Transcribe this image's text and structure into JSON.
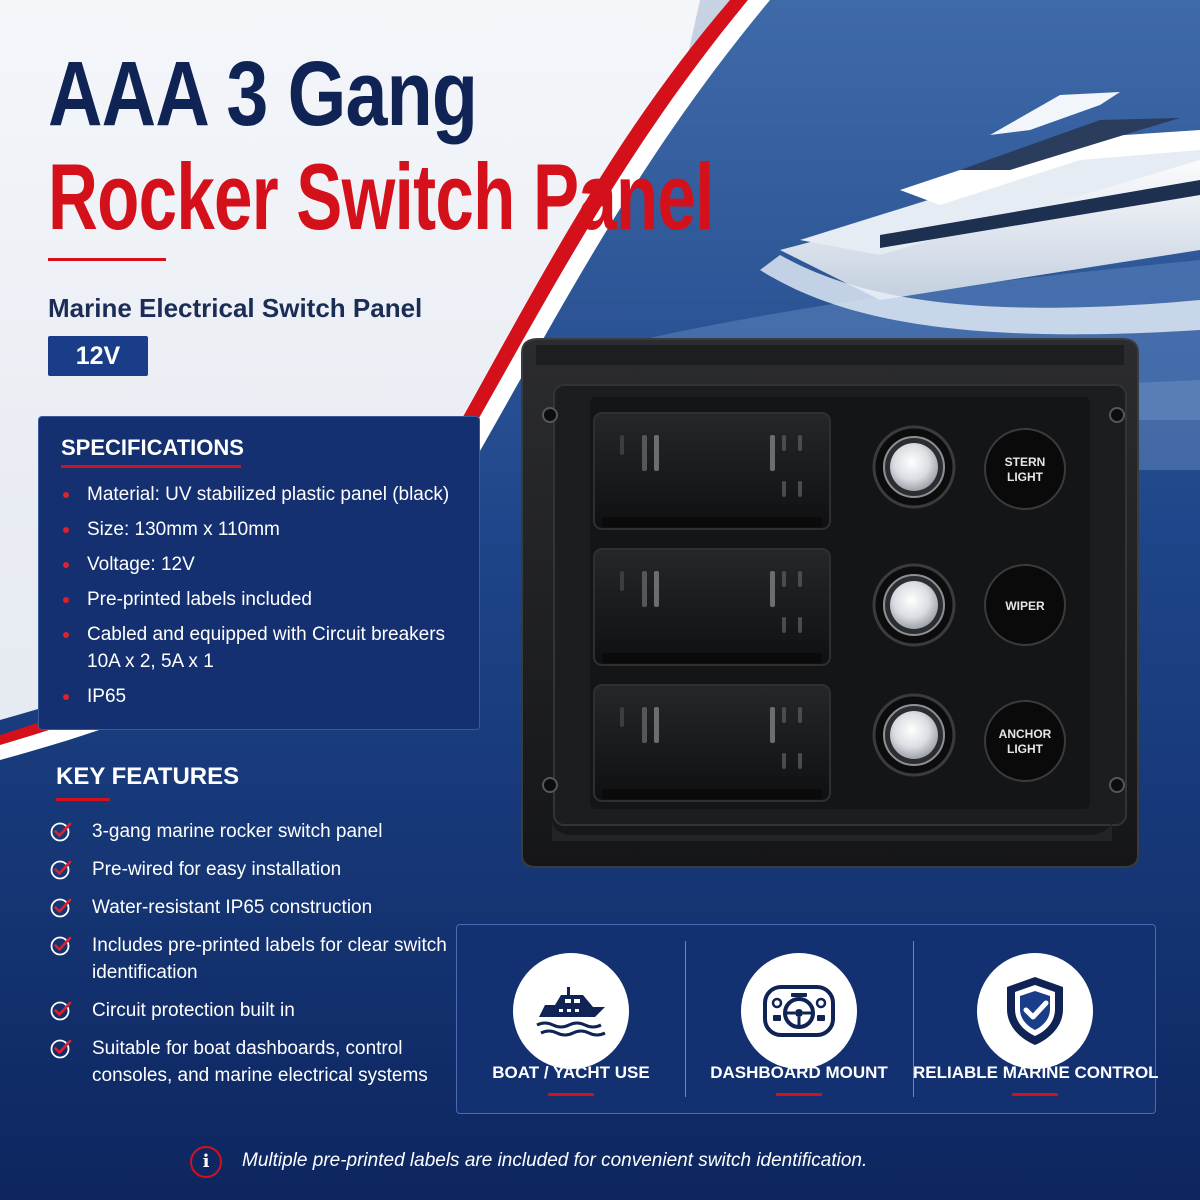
{
  "title": {
    "line1": "AAA 3 Gang",
    "line2": "Rocker Switch Panel",
    "subtitle": "Marine Electrical Switch Panel",
    "voltage_badge": "12V"
  },
  "colors": {
    "navy": "#0f2354",
    "accent_red": "#d4111a",
    "badge_blue": "#1a3d8a",
    "box_blue": "#143070"
  },
  "specifications": {
    "heading": "SPECIFICATIONS",
    "items": [
      "Material: UV stabilized plastic panel (black)",
      "Size: 130mm x 110mm",
      "Voltage: 12V",
      "Pre-printed labels included",
      "Cabled and equipped with Circuit breakers 10A x 2, 5A x 1",
      "IP65"
    ]
  },
  "key_features": {
    "heading": "KEY FEATURES",
    "items": [
      "3-gang marine rocker switch panel",
      "Pre-wired for easy installation",
      "Water-resistant IP65 construction",
      "Includes pre-printed labels for clear switch identification",
      "Circuit protection built in",
      "Suitable for boat dashboards, control consoles, and marine electrical systems"
    ]
  },
  "panel": {
    "labels": [
      {
        "line1": "STERN",
        "line2": "LIGHT"
      },
      {
        "line1": "WIPER",
        "line2": ""
      },
      {
        "line1": "ANCHOR",
        "line2": "LIGHT"
      }
    ]
  },
  "features": [
    {
      "label": "BOAT / YACHT USE",
      "icon": "boat-icon"
    },
    {
      "label": "DASHBOARD MOUNT",
      "icon": "dashboard-icon"
    },
    {
      "label": "RELIABLE MARINE CONTROL",
      "icon": "shield-check-icon"
    }
  ],
  "footnote": {
    "icon": "info-icon",
    "symbol": "i",
    "text": "Multiple pre-printed labels are included for convenient switch identification."
  }
}
